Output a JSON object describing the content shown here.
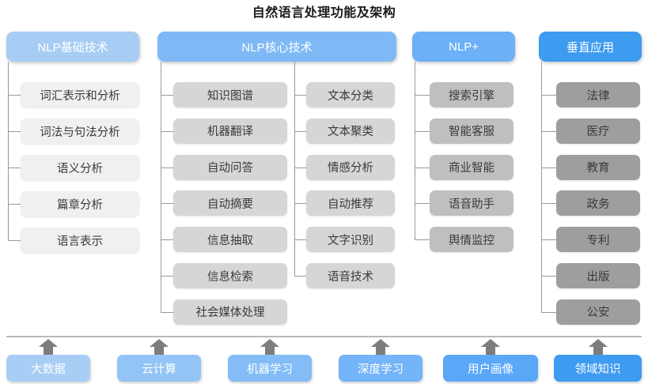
{
  "title": "自然语言处理功能及架构",
  "colors": {
    "header_basic": "#a7cdf5",
    "header_core": "#7fb9f5",
    "header_plus": "#6cb0f7",
    "header_vertical": "#3d9bf0",
    "node_basic": "#f0f0f0",
    "node_core": "#d6d6d6",
    "node_plus": "#bfbfbf",
    "node_vertical": "#9e9e9e",
    "connector": "#9a9a9a",
    "arrow": "#7d7d7d",
    "divider": "#b8b8b8",
    "title_color": "#1a1a1a"
  },
  "columns": [
    {
      "id": "nlp-basic",
      "header": "NLP基础技术",
      "items": [
        "词汇表示和分析",
        "词法与句法分析",
        "语义分析",
        "篇章分析",
        "语言表示"
      ]
    },
    {
      "id": "nlp-core",
      "header": "NLP核心技术",
      "items_left": [
        "知识图谱",
        "机器翻译",
        "自动问答",
        "自动摘要",
        "信息抽取",
        "信息检索",
        "社会媒体处理"
      ],
      "items_right": [
        "文本分类",
        "文本聚类",
        "情感分析",
        "自动推荐",
        "文字识别",
        "语音技术"
      ]
    },
    {
      "id": "nlp-plus",
      "header": "NLP+",
      "items": [
        "搜索引擎",
        "智能客服",
        "商业智能",
        "语音助手",
        "舆情监控"
      ]
    },
    {
      "id": "vertical-application",
      "header": "垂直应用",
      "items": [
        "法律",
        "医疗",
        "教育",
        "政务",
        "专利",
        "出版",
        "公安"
      ]
    }
  ],
  "foundation": {
    "items": [
      "大数据",
      "云计算",
      "机器学习",
      "深度学习",
      "用户画像",
      "领域知识"
    ],
    "colors": [
      "#a9cef6",
      "#93c4f6",
      "#83bcf7",
      "#74b4f8",
      "#5aa8f8",
      "#3d9bf0"
    ]
  },
  "watermark": ""
}
